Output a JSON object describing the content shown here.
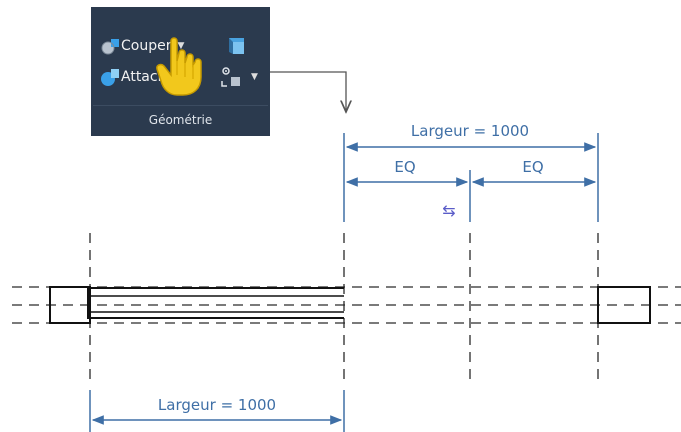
{
  "ribbon": {
    "cut_label": "Couper",
    "attach_label": "Attacher",
    "group_label": "Géométrie"
  },
  "drawing": {
    "dim_top_label": "Largeur = 1000",
    "dim_eq_left": "EQ",
    "dim_eq_right": "EQ",
    "dim_bottom_label": "Largeur = 1000",
    "flip_glyph": "⇆"
  },
  "colors": {
    "panel_bg": "#2b3a4e",
    "dimension_blue": "#3f6fa6",
    "flip_arrow": "#5a5cc8",
    "linework": "#1a1a1a"
  }
}
